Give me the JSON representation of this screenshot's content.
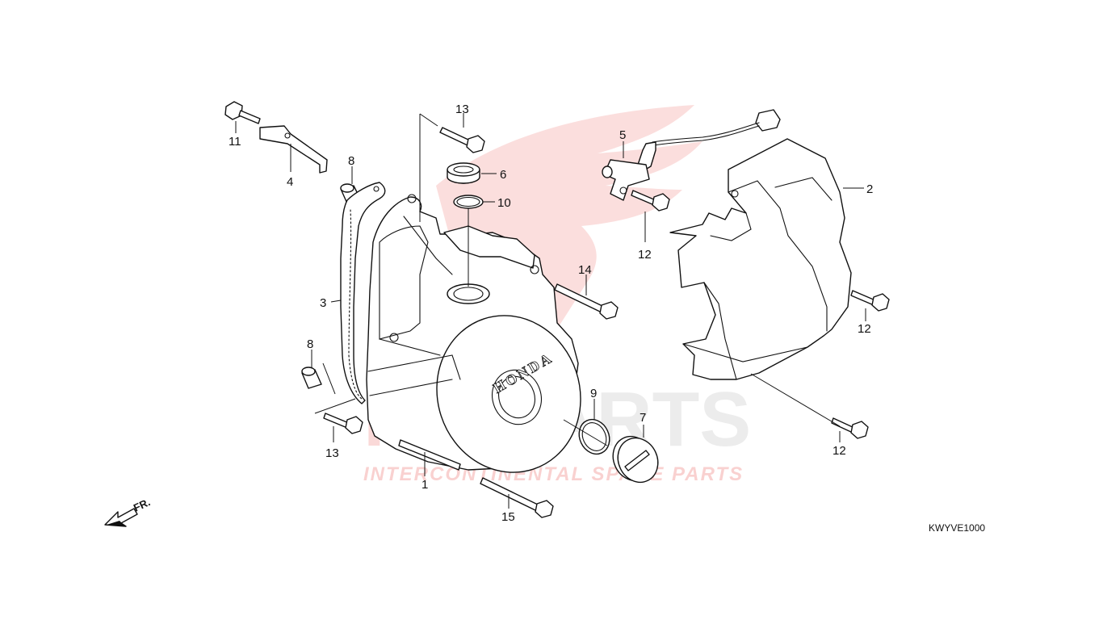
{
  "diagram": {
    "code": "KWYVE1000",
    "front_marker": "FR.",
    "housing_logo": "HONDA",
    "callouts": [
      "1",
      "2",
      "3",
      "4",
      "5",
      "6",
      "7",
      "8",
      "8",
      "9",
      "10",
      "11",
      "12",
      "12",
      "12",
      "13",
      "13",
      "14",
      "15"
    ]
  },
  "watermark": {
    "brand_left": "ICS",
    "brand_right": "PARTS",
    "tagline": "INTERCONTINENTAL SPARE PARTS",
    "brand_color": "#e8332e",
    "gray_color": "#9a9a9a"
  }
}
